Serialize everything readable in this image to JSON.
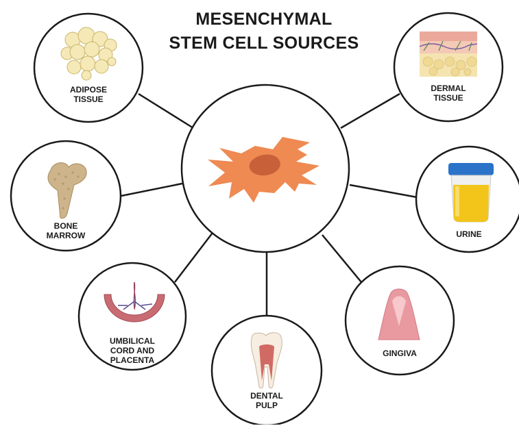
{
  "title": {
    "line1": "MESENCHYMAL",
    "line2": "STEM CELL SOURCES"
  },
  "sources": {
    "adipose": [
      "ADIPOSE",
      "TISSUE"
    ],
    "dermal": [
      "DERMAL",
      "TISSUE"
    ],
    "bone_marrow": [
      "BONE",
      "MARROW"
    ],
    "urine": [
      "URINE"
    ],
    "umbilical": [
      "UMBILICAL",
      "CORD AND",
      "PLACENTA"
    ],
    "dental": [
      "DENTAL",
      "PULP"
    ],
    "gingiva": [
      "GINGIVA"
    ]
  },
  "colors": {
    "cell": "#ee8a52",
    "nucleus": "#c8603a",
    "outline": "#1a1a1a",
    "fat": "#f5e9b8",
    "urine": "#f3c51a",
    "cap": "#2a73c9",
    "bone": "#cdb48a",
    "gum": "#e99aa0",
    "placenta": "#c96b72"
  }
}
